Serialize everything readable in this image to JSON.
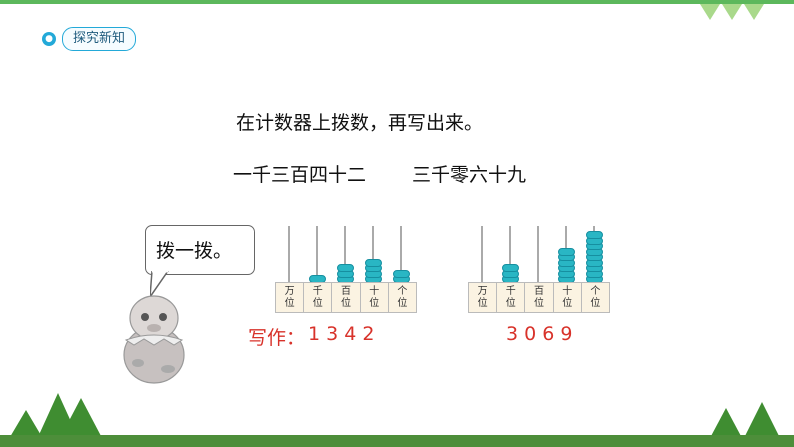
{
  "colors": {
    "accent": "#23a9d8",
    "bead": "#29b6c4",
    "answer": "#d8322a",
    "green": "#4d8e3a"
  },
  "header": {
    "badge_icon": "lightbulb-icon",
    "badge_label": "探究新知"
  },
  "instruction": "在计数器上拨数，再写出来。",
  "numbers": {
    "first_words": "一千三百四十二",
    "second_words": "三千零六十九"
  },
  "bubble": {
    "text": "拨一拨。"
  },
  "abacus_left": {
    "labels": [
      [
        "万",
        "位"
      ],
      [
        "千",
        "位"
      ],
      [
        "百",
        "位"
      ],
      [
        "十",
        "位"
      ],
      [
        "个",
        "位"
      ]
    ],
    "beads": [
      0,
      1,
      3,
      4,
      2
    ]
  },
  "abacus_right": {
    "labels": [
      [
        "万",
        "位"
      ],
      [
        "千",
        "位"
      ],
      [
        "百",
        "位"
      ],
      [
        "十",
        "位"
      ],
      [
        "个",
        "位"
      ]
    ],
    "beads": [
      0,
      3,
      0,
      6,
      9
    ]
  },
  "write": {
    "label": "写作：",
    "first": "1 3 4 2",
    "second": "3 0 6 9"
  }
}
